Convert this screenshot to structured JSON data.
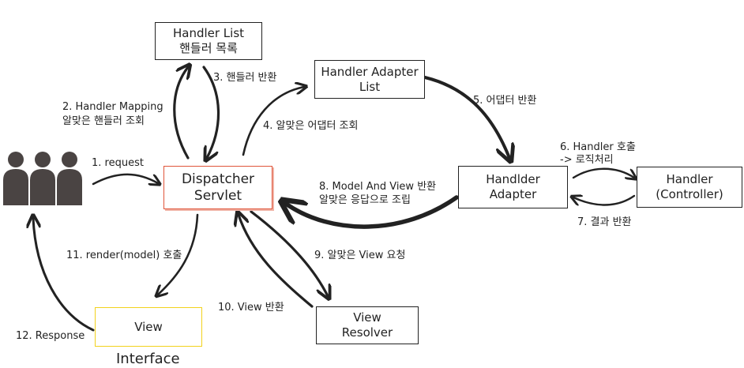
{
  "nodes": {
    "handler_list": {
      "line1": "Handler List",
      "line2": "핸들러 목록"
    },
    "handler_adapter_list": {
      "line1": "Handler Adapter",
      "line2": "List"
    },
    "dispatcher_servlet": {
      "line1": "Dispatcher",
      "line2": "Servlet"
    },
    "handler_adapter": {
      "line1": "Handlder",
      "line2": "Adapter"
    },
    "handler_controller": {
      "line1": "Handler",
      "line2": "(Controller)"
    },
    "view": {
      "line1": "View"
    },
    "view_caption": "Interface",
    "view_resolver": {
      "line1": "View",
      "line2": "Resolver"
    }
  },
  "edges": {
    "step1": "1. request",
    "step2": [
      "2. Handler Mapping",
      "알맞은 핸들러 조회"
    ],
    "step3": "3. 핸들러  반환",
    "step4": "4. 알맞은 어댑터 조회",
    "step5": "5. 어댑터 반환",
    "step6": [
      "6. Handler 호출",
      "-> 로직처리"
    ],
    "step7": "7. 결과 반환",
    "step8": [
      "8. Model And View 반환",
      "알맞은 응답으로 조립"
    ],
    "step9": "9. 알맞은 View 요청",
    "step10": "10. View 반환",
    "step11": "11. render(model) 호출",
    "step12": "12. Response"
  },
  "colors": {
    "dispatcher_border": "#e0553a",
    "view_border": "#f2d21c",
    "ink": "#222222"
  },
  "icons": {
    "users": "users-group-icon"
  }
}
